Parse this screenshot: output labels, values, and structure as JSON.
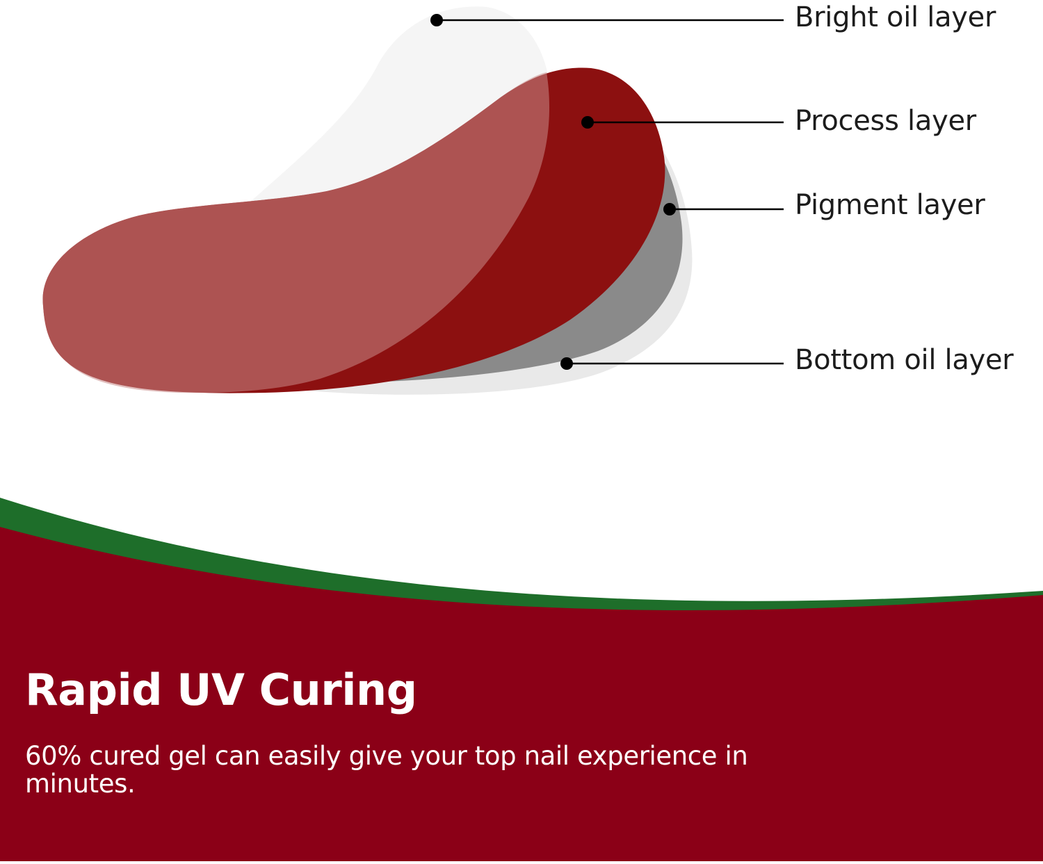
{
  "diagram": {
    "labels": {
      "bright_oil": "Bright oil layer",
      "process": "Process layer",
      "pigment": "Pigment layer",
      "bottom_oil": "Bottom oil layer"
    },
    "colors": {
      "bright_oil_layer": "#f4f4f4",
      "process_layer": "#8c1010",
      "process_layer_tint": "#a0504f",
      "pigment_layer": "#8a8a8a",
      "bottom_oil_layer": "#e9e9e9",
      "leader_line": "#000000"
    }
  },
  "banner": {
    "headline": "Rapid UV Curing",
    "body": "60% cured gel can easily give your top nail experience in minutes.",
    "colors": {
      "background": "#8b0017",
      "stripe": "#1e6e2a",
      "text": "#ffffff"
    }
  }
}
